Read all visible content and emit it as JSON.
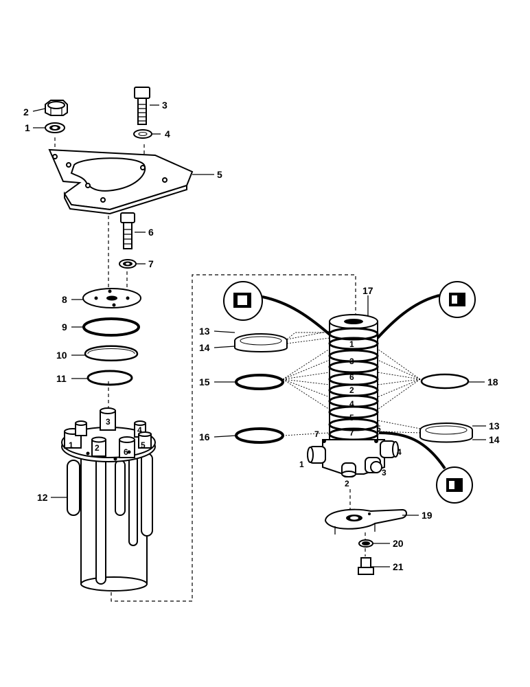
{
  "callouts": {
    "p1": "1",
    "p2": "2",
    "p3": "3",
    "p4": "4",
    "p5": "5",
    "p6": "6",
    "p7": "7",
    "p8": "8",
    "p9": "9",
    "p10": "10",
    "p11": "11",
    "p12": "12",
    "p13a": "13",
    "p14a": "14",
    "p15": "15",
    "p16": "16",
    "p17": "17",
    "p18": "18",
    "p13b": "13",
    "p14b": "14",
    "p19": "19",
    "p20": "20",
    "p21": "21"
  },
  "manifold_ports": {
    "1": "1",
    "2": "2",
    "3": "3",
    "4": "4",
    "5": "5",
    "7": "7"
  },
  "ring_grooves": {
    "g1": "1",
    "g3": "3",
    "g6": "6",
    "g2": "2",
    "g4": "4",
    "g5": "5",
    "g7": "7"
  },
  "tube_labels": {
    "t1": "1",
    "t2": "2",
    "t3": "3",
    "t4": "4",
    "t5": "5",
    "t6": "6"
  }
}
